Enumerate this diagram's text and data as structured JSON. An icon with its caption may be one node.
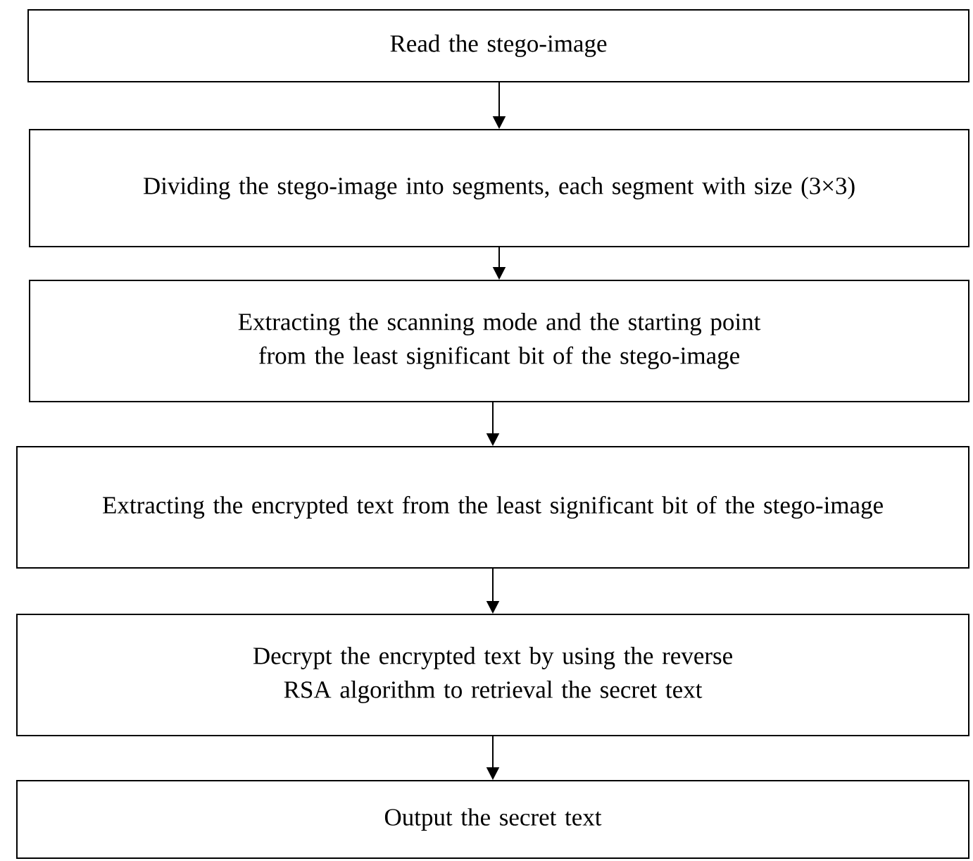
{
  "diagram": {
    "nodes": [
      {
        "text": [
          "Read the stego-image"
        ]
      },
      {
        "text": [
          "Dividing the stego-image into segments, each segment with size (3×3)"
        ]
      },
      {
        "text": [
          "Extracting the scanning mode and the starting point from the least significant bit of the stego-image"
        ]
      },
      {
        "text": [
          "Extracting the encrypted text from the least significant bit of the stego-image"
        ]
      },
      {
        "text": [
          "Decrypt the encrypted text by using the reverse RSA algorithm to retrieval the secret text"
        ]
      },
      {
        "text": [
          "Output the secret text"
        ]
      }
    ],
    "edges": [
      {
        "from": 0,
        "to": 1,
        "arrow": "to"
      },
      {
        "from": 1,
        "to": 2,
        "arrow": "to"
      },
      {
        "from": 2,
        "to": 3,
        "arrow": "to"
      },
      {
        "from": 3,
        "to": 4,
        "arrow": "to"
      },
      {
        "from": 4,
        "to": 5,
        "arrow": "to"
      }
    ]
  }
}
